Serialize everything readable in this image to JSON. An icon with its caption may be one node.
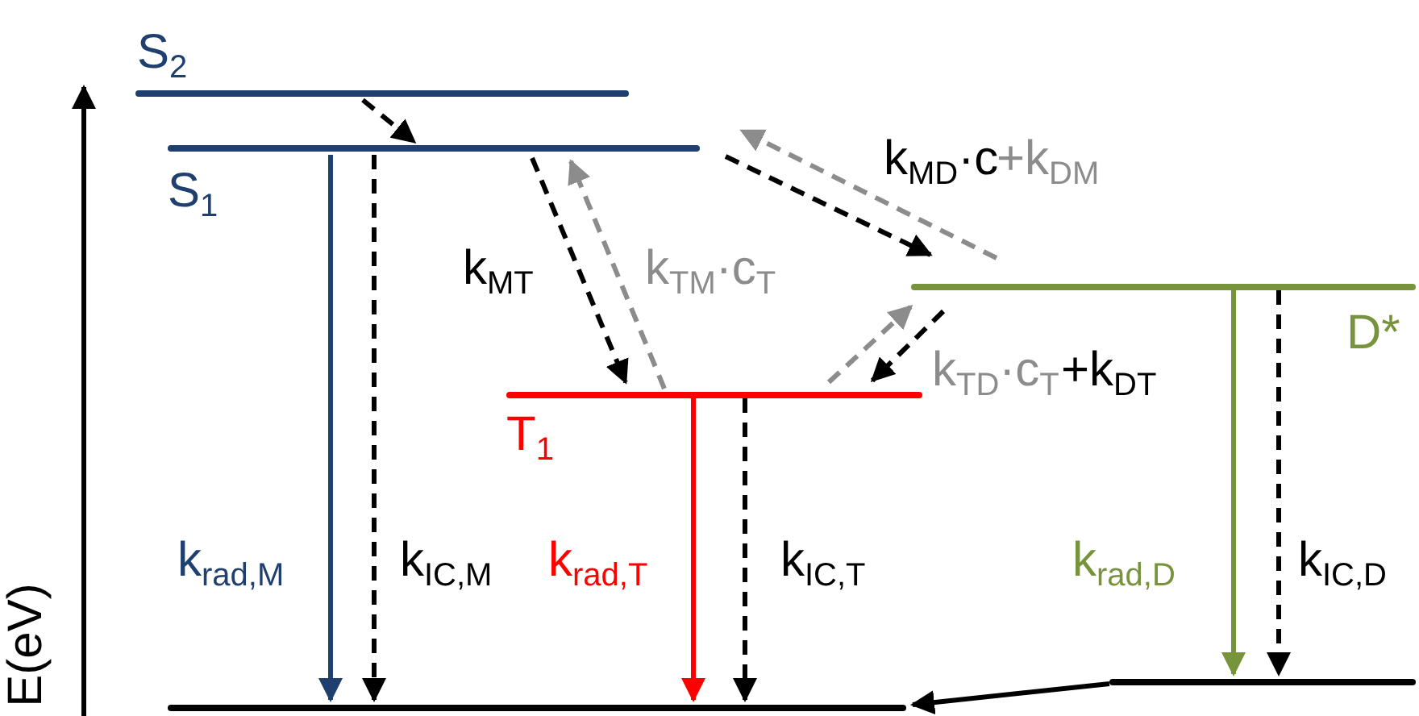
{
  "diagram": {
    "nodes": [
      {
        "text": [
          "S$_{2}$"
        ]
      },
      {
        "text": [
          "S$_{1}$"
        ]
      },
      {
        "text": [
          "T$_{1}$"
        ]
      },
      {
        "text": [
          "D*"
        ]
      },
      {
        "text": [],
        "shape": "bar"
      },
      {
        "text": [],
        "shape": "bar"
      }
    ],
    "edges": [
      {
        "from": 0,
        "to": 1,
        "arrow": "to",
        "style": "dashed"
      },
      {
        "from": 1,
        "to": 2,
        "arrow": "to",
        "style": "dashed",
        "label": "k$_{MT}$"
      },
      {
        "from": 2,
        "to": 1,
        "arrow": "to",
        "style": "dashed",
        "color": "#8c8c8c",
        "label": "k$_{TM}$·c$_{T}$"
      },
      {
        "from": 1,
        "to": 3,
        "arrow": "to",
        "style": "dashed",
        "label": "k$_{MD}$·c"
      },
      {
        "from": 3,
        "to": 1,
        "arrow": "to",
        "style": "dashed",
        "color": "#8c8c8c",
        "label": "+k$_{DM}$"
      },
      {
        "from": 2,
        "to": 3,
        "arrow": "to",
        "style": "dashed",
        "color": "#8c8c8c",
        "label": "k$_{TD}$·c$_{T}$"
      },
      {
        "from": 3,
        "to": 2,
        "arrow": "to",
        "style": "dashed",
        "label": "+k$_{DT}$"
      },
      {
        "from": 1,
        "to": 4,
        "arrow": "to",
        "color": "#1f3f6e",
        "label": "k$_{rad,M}$"
      },
      {
        "from": 1,
        "to": 4,
        "arrow": "to",
        "style": "dashed",
        "label": "k$_{IC,M}$"
      },
      {
        "from": 2,
        "to": 4,
        "arrow": "to",
        "color": "#ff0000",
        "label": "k$_{rad,T}$"
      },
      {
        "from": 2,
        "to": 4,
        "arrow": "to",
        "style": "dashed",
        "label": "k$_{IC,T}$"
      },
      {
        "from": 3,
        "to": 5,
        "arrow": "to",
        "color": "#77933c",
        "label": "k$_{rad,D}$"
      },
      {
        "from": 3,
        "to": 5,
        "arrow": "to",
        "style": "dashed",
        "label": "k$_{IC,D}$"
      },
      {
        "from": 5,
        "to": 4,
        "arrow": "to"
      }
    ],
    "labels": [
      "E(eV)"
    ]
  }
}
